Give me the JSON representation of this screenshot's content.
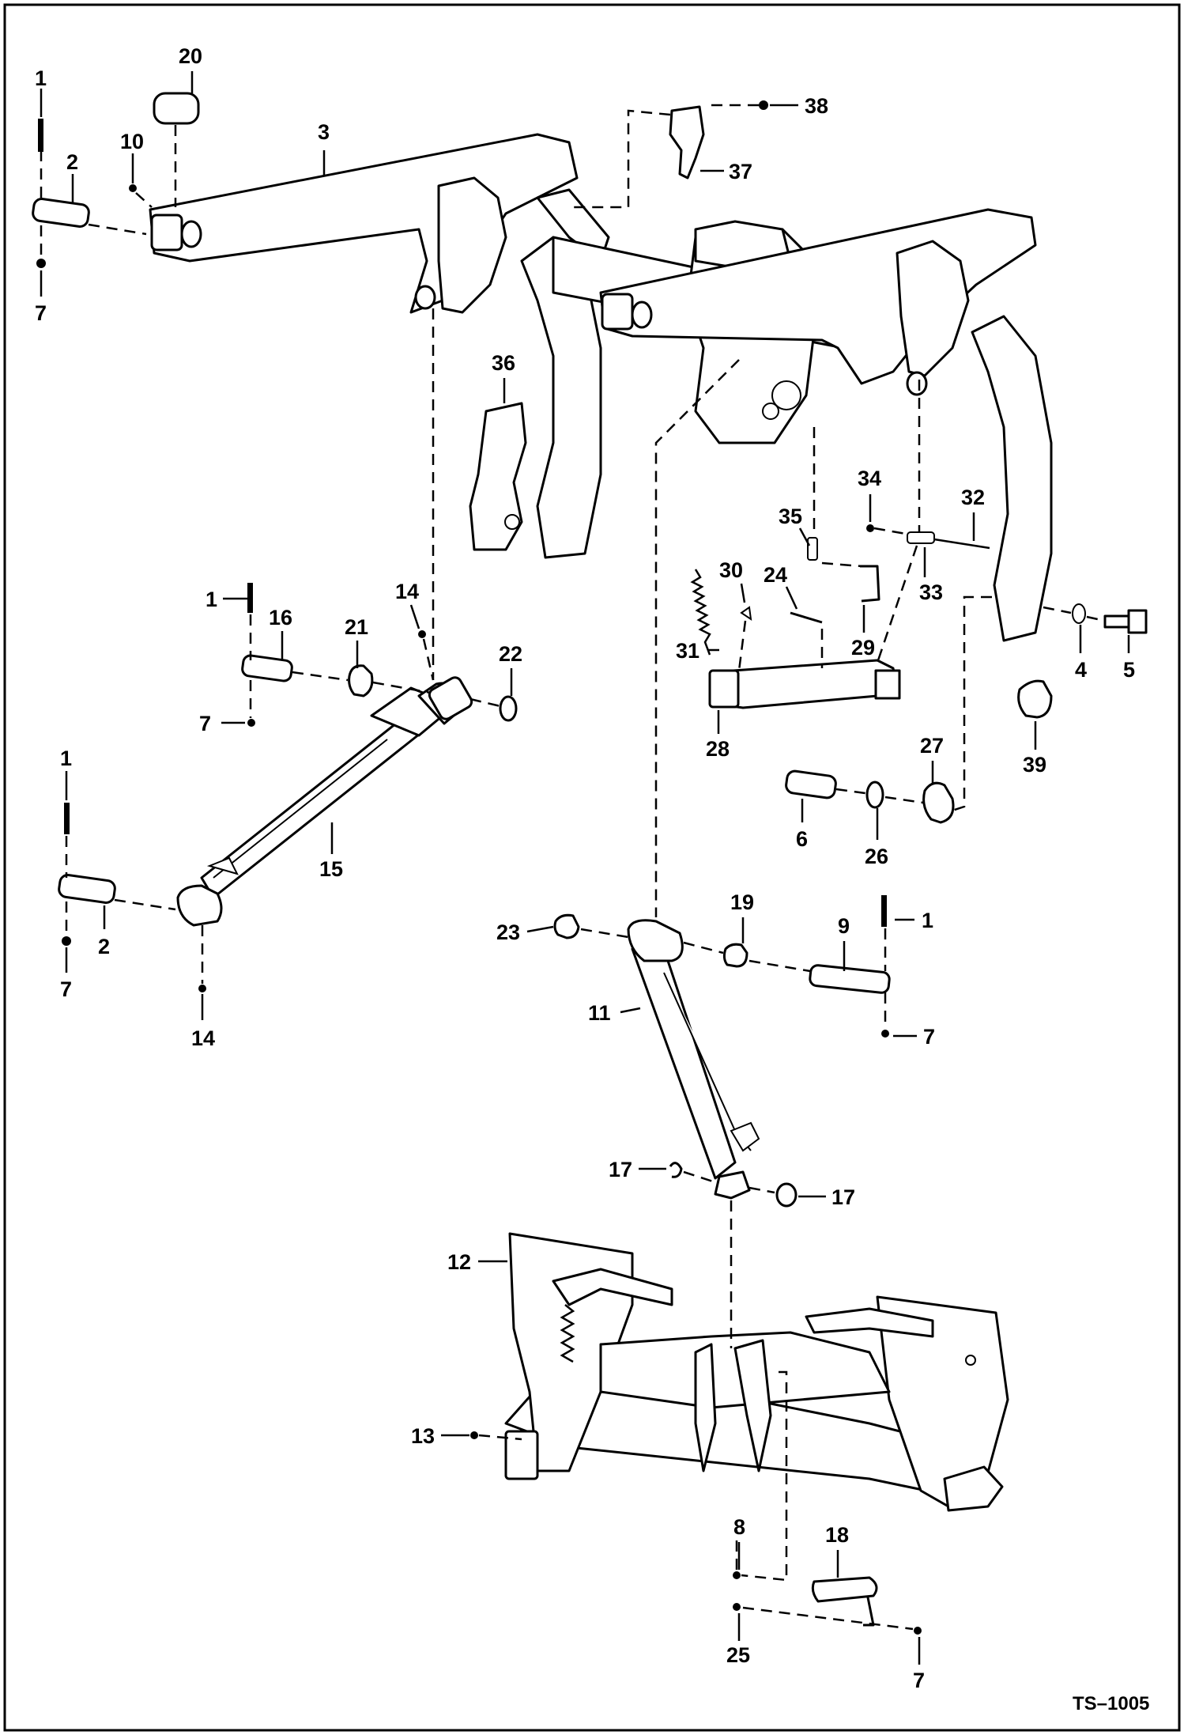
{
  "figure_id": "TS–1005",
  "callouts": {
    "c1a": "1",
    "c1b": "1",
    "c1c": "1",
    "c1d": "1",
    "c2a": "2",
    "c2b": "2",
    "c3": "3",
    "c4": "4",
    "c5": "5",
    "c6": "6",
    "c7a": "7",
    "c7b": "7",
    "c7c": "7",
    "c7d": "7",
    "c7e": "7",
    "c8": "8",
    "c9": "9",
    "c10": "10",
    "c11": "11",
    "c12": "12",
    "c13": "13",
    "c14a": "14",
    "c14b": "14",
    "c15": "15",
    "c16": "16",
    "c17a": "17",
    "c17b": "17",
    "c18": "18",
    "c19": "19",
    "c20": "20",
    "c21": "21",
    "c22": "22",
    "c23": "23",
    "c24": "24",
    "c25": "25",
    "c26": "26",
    "c27": "27",
    "c28": "28",
    "c29": "29",
    "c30": "30",
    "c31": "31",
    "c32": "32",
    "c33": "33",
    "c34": "34",
    "c35": "35",
    "c36": "36",
    "c37": "37",
    "c38": "38",
    "c39": "39"
  }
}
